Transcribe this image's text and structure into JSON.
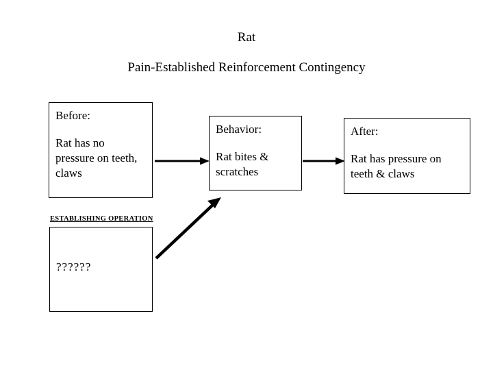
{
  "slide": {
    "title": "Rat",
    "subtitle": "Pain-Established Reinforcement Contingency"
  },
  "diagram": {
    "type": "three-term-contingency",
    "boxes": [
      {
        "id": "before",
        "heading": "Before:",
        "body": "Rat has no pressure on teeth, claws"
      },
      {
        "id": "behavior",
        "heading": "Behavior:",
        "body": "Rat bites & scratches"
      },
      {
        "id": "after",
        "heading": "After:",
        "body": "Rat has pressure on teeth & claws"
      },
      {
        "id": "establishing-operation",
        "heading": "",
        "body": "??????"
      }
    ],
    "eo_label": "ESTABLISHING OPERATION",
    "arrows": [
      {
        "id": "before-to-behavior",
        "direction": "right"
      },
      {
        "id": "behavior-to-after",
        "direction": "right"
      },
      {
        "id": "eo-to-behavior",
        "direction": "up-right"
      }
    ]
  },
  "colors": {
    "background": "#ffffff",
    "ink": "#000000",
    "box_border": "#000000"
  }
}
